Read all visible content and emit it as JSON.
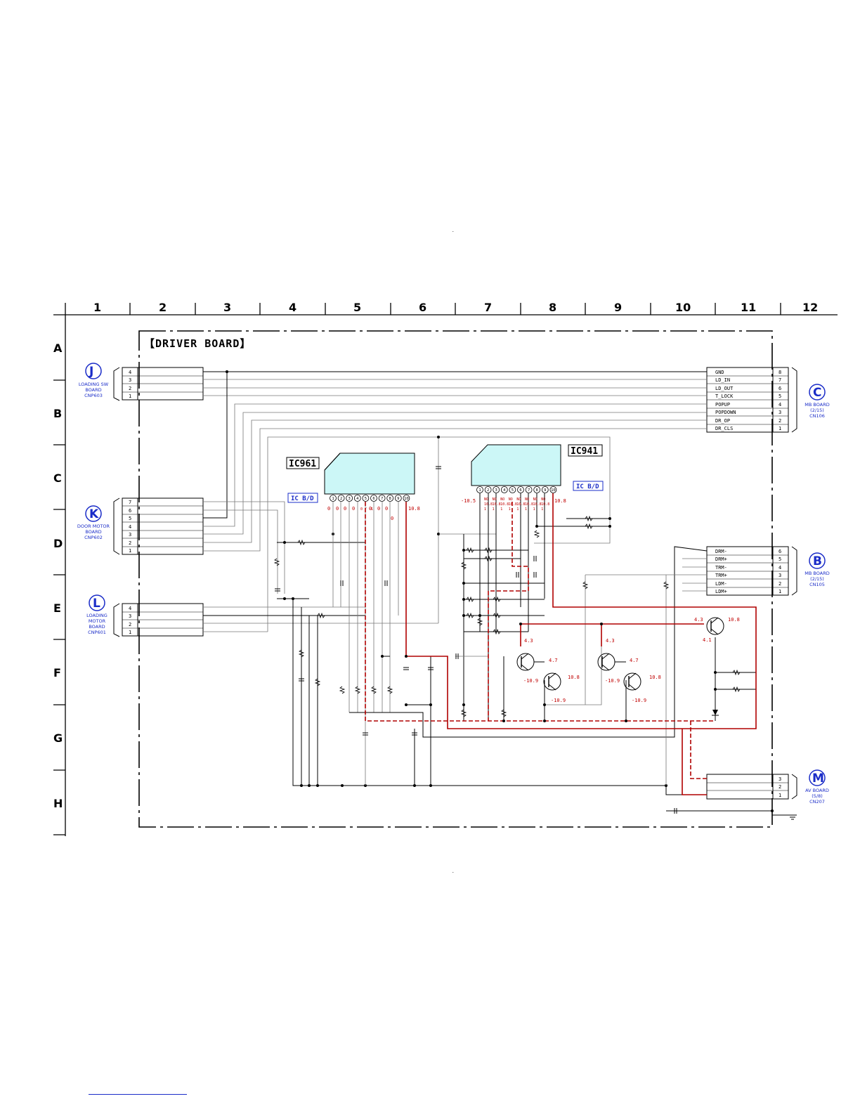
{
  "grid": {
    "columns": [
      "1",
      "2",
      "3",
      "4",
      "5",
      "6",
      "7",
      "8",
      "9",
      "10",
      "11",
      "12"
    ],
    "rows": [
      "A",
      "B",
      "C",
      "D",
      "E",
      "F",
      "G",
      "H"
    ]
  },
  "board": {
    "title": "【DRIVER BOARD】"
  },
  "connectors": {
    "J": {
      "letter": "J",
      "desc": [
        "LOADING SW",
        "BOARD",
        "CNP603"
      ],
      "pins": [
        "4",
        "3",
        "2",
        "1"
      ]
    },
    "K": {
      "letter": "K",
      "desc": [
        "DOOR MOTOR",
        "BOARD",
        "CNP602"
      ],
      "pins": [
        "7",
        "6",
        "5",
        "4",
        "3",
        "2",
        "1"
      ]
    },
    "L": {
      "letter": "L",
      "desc": [
        "LOADING",
        "MOTOR",
        "BOARD",
        "CNP601"
      ],
      "pins": [
        "4",
        "3",
        "2",
        "1"
      ]
    },
    "C": {
      "letter": "C",
      "desc": [
        "MB BOARD",
        "(2/15)",
        "CN106"
      ],
      "signals": [
        "GND",
        "LD_IN",
        "LD_OUT",
        "T_LOCK",
        "POPUP",
        "POPDOWN",
        "DR_OP",
        "DR_CLS"
      ],
      "pins": [
        "8",
        "7",
        "6",
        "5",
        "4",
        "3",
        "2",
        "1"
      ]
    },
    "B": {
      "letter": "B",
      "desc": [
        "MB BOARD",
        "(2/15)",
        "CN105"
      ],
      "signals": [
        "DRM-",
        "DRM+",
        "TRM-",
        "TRM+",
        "LDM-",
        "LDM+"
      ],
      "pins": [
        "6",
        "5",
        "4",
        "3",
        "2",
        "1"
      ]
    },
    "M": {
      "letter": "M",
      "desc": [
        "AV BOARD",
        "(5/8)",
        "CN207"
      ],
      "pins": [
        "3",
        "2",
        "1"
      ]
    }
  },
  "ics": {
    "ic961": {
      "name": "IC961",
      "tag": "IC B/D",
      "pins": [
        "1",
        "2",
        "3",
        "4",
        "5",
        "6",
        "7",
        "8",
        "9",
        "10"
      ]
    },
    "ic941": {
      "name": "IC941",
      "tag": "IC B/D",
      "pins": [
        "1",
        "2",
        "3",
        "4",
        "5",
        "6",
        "7",
        "8",
        "9",
        "10"
      ]
    }
  },
  "voltages": {
    "ic961_pins": [
      "0",
      "0",
      "0",
      "0",
      "0",
      "0",
      "0",
      "0"
    ],
    "ic961_pin5": "0 / -1",
    "ic961_pin9": "0",
    "ic961_pin10": "10.8",
    "ic941_pin1": "-10.5",
    "ic941_pin10": "10.8",
    "ic941_pins": [
      "NO 10.8 1",
      "NO 10.8 1",
      "NO 10.8 1",
      "NO 10.8 1",
      "NO 10.8 1",
      "NO 10.8 1",
      "NO 10.8 1",
      "NO 10.8 1"
    ],
    "q1": [
      "4.3",
      "4.7",
      "-10.9",
      "10.8",
      "-10.9"
    ],
    "q2": [
      "4.3",
      "4.7",
      "-10.9",
      "10.8",
      "-10.9"
    ],
    "q3": [
      "4.3",
      "10.8",
      "4.1"
    ]
  }
}
